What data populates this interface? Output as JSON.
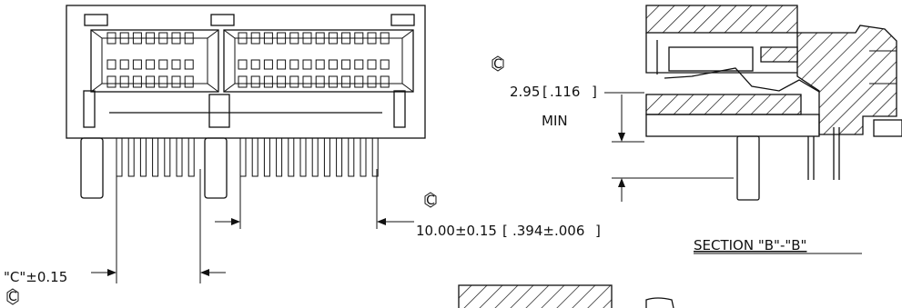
{
  "drawing": {
    "dimensions": {
      "min_height": "2.95",
      "min_height_in": ".116",
      "min_label": "MIN",
      "pitch_width": "10.00±0.15",
      "pitch_width_in": ".394±.006",
      "c_dim": "\"C\"±0.15"
    },
    "critical_symbol": "C",
    "section_title": "SECTION \"B\"-\"B\""
  }
}
